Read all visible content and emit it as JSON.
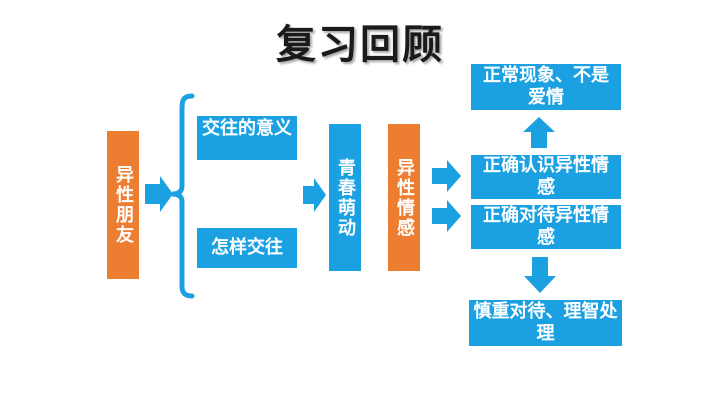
{
  "title": "复习回顾",
  "colors": {
    "blue": "#1ba1e2",
    "orange": "#ed7d31",
    "title": "#1a1a1a"
  },
  "nodes": {
    "yixing_pengyou": "异性朋友",
    "jiaowang_yiyi": "交往的意义",
    "zenyang_jiaowang": "怎样交往",
    "qingchun_mengdong": "青春萌动",
    "yixing_qinggan": "异性情感",
    "zhengchang_xianxiang": "正常现象、不是爱情",
    "zhengque_renshi": "正确认识异性情感",
    "zhengque_duidai": "正确对待异性情感",
    "shenzhong_duidai": "慎重对待、理智处理"
  }
}
